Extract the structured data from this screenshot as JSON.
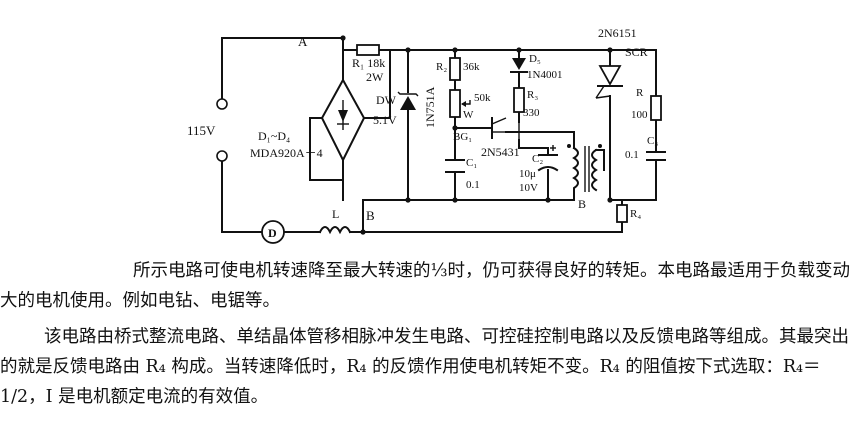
{
  "schematic": {
    "labels": {
      "node_a": "A",
      "node_b": "B",
      "node_b2": "B",
      "source": "115V",
      "bridge_name": "D₁~D₄",
      "bridge_part": "MDA920A－4",
      "r1": "R₁ 18k",
      "r1_power": "2W",
      "zener": "DW",
      "zener_v": "5.1V",
      "zener_part": "1N751A",
      "r2": "R₂",
      "r2_val": "36k",
      "pot_val": "50k",
      "pot": "W",
      "ujt": "BG₁",
      "ujt_part": "2N5431",
      "c1": "C₁",
      "c1_val": "0.1",
      "d5": "D₅",
      "d5_part": "1N4001",
      "r3": "R₃",
      "r3_val": "330",
      "c2": "C₂",
      "c2_val": "10μ",
      "c2_volt": "10V",
      "scr_part": "2N6151",
      "scr": "SCR",
      "r": "R",
      "r_val": "100",
      "c3": "C₃",
      "c3_val": "0.1",
      "r4": "R₄",
      "motor": "D",
      "inductor": "L"
    }
  },
  "description": {
    "p1": "所示电路可使电机转速降至最大转速的⅓时，仍可获得良好的转矩。本电路最适用于负载变动大的电机使用。例如电钻、电锯等。",
    "p2": "该电路由桥式整流电路、单结晶体管移相脉冲发生电路、可控硅控制电路以及反馈电路等组成。其最突出的就是反馈电路由 R₄ 构成。当转速降低时，R₄ 的反馈作用使电机转矩不变。R₄ 的阻值按下式选取：R₄＝1/2，I 是电机额定电流的有效值。"
  }
}
